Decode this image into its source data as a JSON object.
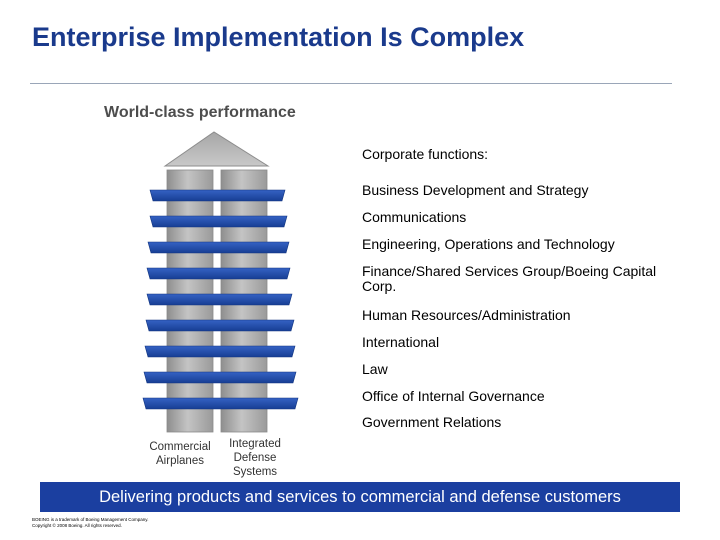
{
  "slide": {
    "title": "Enterprise Implementation Is Complex",
    "subtitle": "World-class performance",
    "functions_heading": "Corporate functions:",
    "functions": [
      "Business Development and Strategy",
      "Communications",
      "Engineering, Operations and Technology",
      "Finance/Shared Services Group/Boeing Capital Corp.",
      "Human Resources/Administration",
      "International",
      "Law",
      "Office of Internal Governance",
      "Government Relations"
    ],
    "pillars": {
      "left": "Commercial Airplanes",
      "right": "Integrated Defense Systems"
    },
    "banner": "Delivering products and services to commercial and defense customers",
    "footnote": {
      "line1": "BOEING is a trademark of Boeing Management Company.",
      "line2": "Copyright © 2008 Boeing. All rights reserved."
    }
  },
  "colors": {
    "title": "#1a3a8c",
    "band": "#1f4aa8",
    "pillar": "#a9a9a9",
    "roof": "#b0b0b0",
    "banner": "#1b3fa0"
  }
}
